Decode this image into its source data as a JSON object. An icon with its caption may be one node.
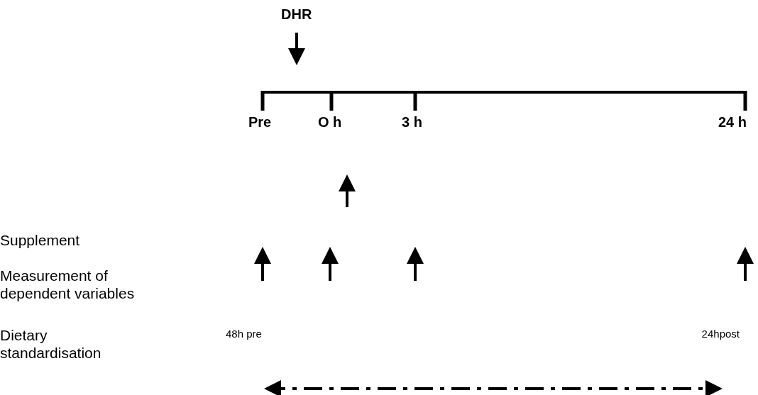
{
  "diagram": {
    "labels": [
      "DHR",
      "Pre",
      "O h",
      "3 h",
      "24 h",
      "Supplement",
      "Measurement of dependent variables",
      "Dietary standardisation",
      "48h pre",
      "24hpost"
    ]
  }
}
